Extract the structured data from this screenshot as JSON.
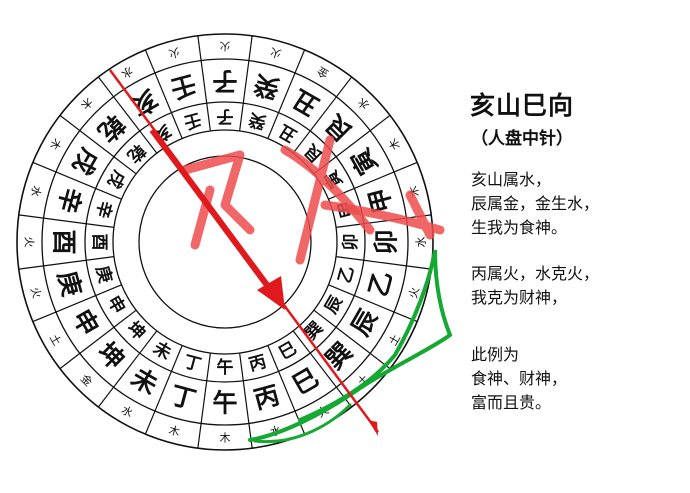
{
  "title": "亥山巳向",
  "subtitle": "（人盘中针）",
  "notes": [
    [
      "亥山属水，",
      "辰属金，金生水，",
      "生我为食神。"
    ],
    [
      "丙属火，水克火，",
      "我克为财神，"
    ],
    [
      "此例为",
      "食神、财神，",
      "富而且贵。"
    ]
  ],
  "compass": {
    "outer_ring": [
      "火",
      "火",
      "金",
      "水",
      "木",
      "木",
      "水",
      "火",
      "土",
      "土",
      "火",
      "水",
      "木",
      "木",
      "水",
      "金",
      "土",
      "火",
      "火",
      "水",
      "木",
      "木",
      "水",
      "火"
    ],
    "middle_ring": [
      "子",
      "癸",
      "丑",
      "艮",
      "寅",
      "甲",
      "卯",
      "乙",
      "辰",
      "巽",
      "巳",
      "丙",
      "午",
      "丁",
      "未",
      "坤",
      "申",
      "庚",
      "酉",
      "辛",
      "戌",
      "乾",
      "亥",
      "壬"
    ],
    "inner_ring": [
      "子",
      "癸",
      "丑",
      "艮",
      "寅",
      "甲",
      "卯",
      "乙",
      "辰",
      "巽",
      "巳",
      "丙",
      "午",
      "丁",
      "未",
      "坤",
      "申",
      "庚",
      "酉",
      "辛",
      "戌",
      "乾",
      "亥",
      "壬"
    ]
  },
  "colors": {
    "ink": "#111111",
    "red_line": "#e0191d",
    "green_line": "#15a833",
    "watermark": "#ee4c4c"
  },
  "watermark_text": "禅"
}
